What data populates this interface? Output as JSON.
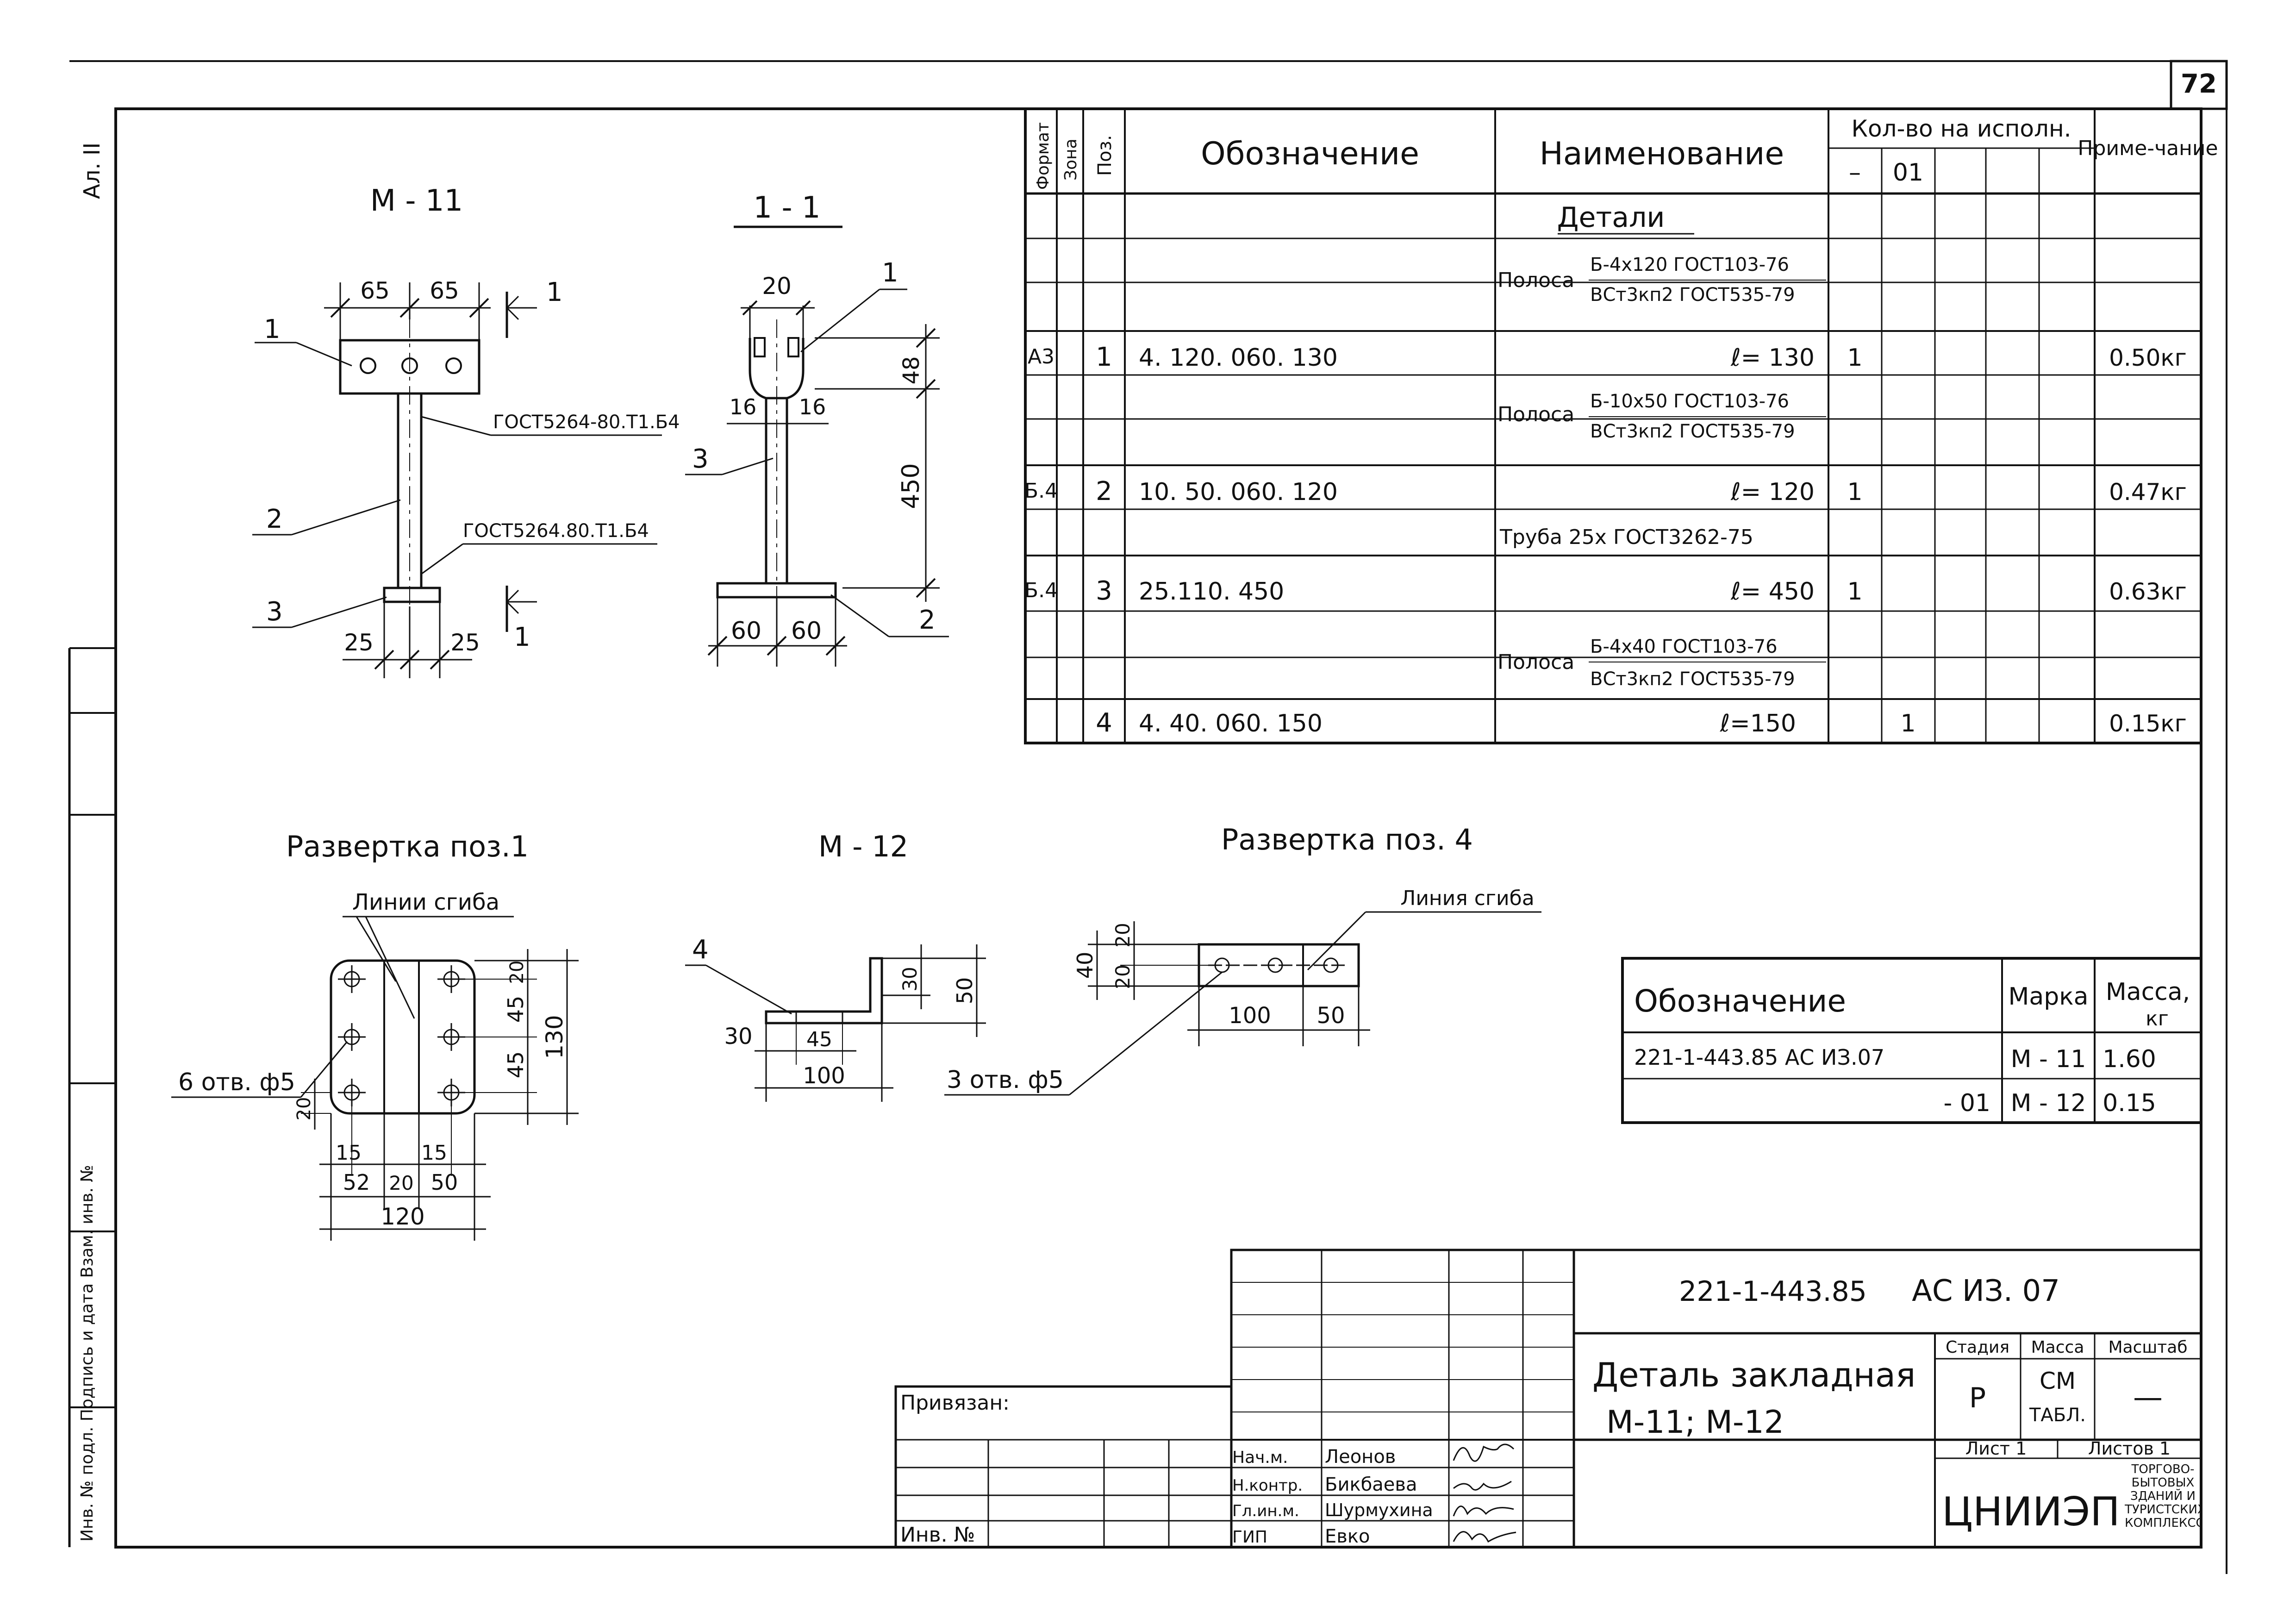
{
  "sheet": {
    "page_number": "72",
    "side_label": "Ал. II",
    "side_stamp": "Инв. № подл. Подпись и дата Взам. инв. №"
  },
  "views": {
    "m11": {
      "title": "М - 11",
      "dim_left": "65",
      "dim_right": "65",
      "section_mark_top": "1",
      "section_mark_bottom": "1",
      "pos1": "1",
      "pos2": "2",
      "pos3": "3",
      "weld_note_top": "ГОСТ5264-80.Т1.Б4",
      "weld_note_bottom": "ГОСТ5264.80.Т1.Б4",
      "dim_bottom_left": "25",
      "dim_bottom_right": "25"
    },
    "section11": {
      "title": "1 - 1",
      "dim_top": "20",
      "dim_left_gap": "16",
      "dim_right_gap": "16",
      "dim_height_top": "48",
      "dim_height": "450",
      "dim_bottom_left": "60",
      "dim_bottom_right": "60",
      "pos1": "1",
      "pos2": "2",
      "pos3": "3"
    },
    "unfold1": {
      "title": "Развертка поз.1",
      "bend_label": "Линии сгиба",
      "holes_label": "6 отв. ф5",
      "dims_right": [
        "20",
        "45",
        "45",
        "130"
      ],
      "dim_left_bottom": "20",
      "dims_bottom": [
        "15",
        "15",
        "52",
        "20",
        "50",
        "120"
      ]
    },
    "m12": {
      "title": "М - 12",
      "pos4": "4",
      "dim_30_top": "30",
      "dim_50": "50",
      "dim_30_left": "30",
      "dim_45": "45",
      "dim_100": "100"
    },
    "unfold4": {
      "title": "Развертка поз. 4",
      "bend_label": "Линия сгиба",
      "holes_label": "3 отв. ф5",
      "dim_20_top": "20",
      "dim_40": "40",
      "dim_20_bottom": "20",
      "dim_100": "100",
      "dim_50": "50"
    }
  },
  "spec_table": {
    "headers": {
      "format": "Формат",
      "zone": "Зона",
      "pos": "Поз.",
      "designation": "Обозначение",
      "name": "Наименование",
      "qty": "Кол-во на исполн.",
      "qty_col1": "–",
      "qty_col2": "01",
      "note": "Приме-чание"
    },
    "section_title": "Детали",
    "rows": [
      {
        "format": "",
        "zone": "",
        "pos": "",
        "designation": "",
        "name_main": "Полоса",
        "name_top": "Б-4х120 ГОСТ103-76",
        "name_bottom": "ВСт3кп2 ГОСТ535-79",
        "q1": "",
        "q2": "",
        "note": ""
      },
      {
        "format": "А3",
        "zone": "",
        "pos": "1",
        "designation": "4. 120. 060. 130",
        "length": "ℓ= 130",
        "q1": "1",
        "q2": "",
        "note": "0.50кг"
      },
      {
        "format": "",
        "zone": "",
        "pos": "",
        "designation": "",
        "name_main": "Полоса",
        "name_top": "Б-10х50 ГОСТ103-76",
        "name_bottom": "ВСт3кп2 ГОСТ535-79",
        "q1": "",
        "q2": "",
        "note": ""
      },
      {
        "format": "Б.4",
        "zone": "",
        "pos": "2",
        "designation": "10. 50. 060. 120",
        "length": "ℓ= 120",
        "q1": "1",
        "q2": "",
        "note": "0.47кг"
      },
      {
        "format": "",
        "zone": "",
        "pos": "",
        "designation": "",
        "name_single": "Труба 25х   ГОСТ3262-75",
        "q1": "",
        "q2": "",
        "note": ""
      },
      {
        "format": "Б.4",
        "zone": "",
        "pos": "3",
        "designation": "25.110. 450",
        "length": "ℓ= 450",
        "q1": "1",
        "q2": "",
        "note": "0.63кг"
      },
      {
        "format": "",
        "zone": "",
        "pos": "",
        "designation": "",
        "name_main": "Полоса",
        "name_top": "Б-4х40 ГОСТ103-76",
        "name_bottom": "ВСт3кп2 ГОСТ535-79",
        "q1": "",
        "q2": "",
        "note": ""
      },
      {
        "format": "",
        "zone": "",
        "pos": "4",
        "designation": "4. 40. 060. 150",
        "length": "ℓ=150",
        "q1": "",
        "q2": "1",
        "note": "0.15кг"
      }
    ]
  },
  "mass_table": {
    "headers": {
      "designation": "Обозначение",
      "mark": "Марка",
      "mass": "Масса,",
      "mass_unit": "кг"
    },
    "rows": [
      {
        "designation": "221-1-443.85  АС ИЗ.07",
        "mark": "М - 11",
        "mass": "1.60"
      },
      {
        "designation": "- 01",
        "mark": "М - 12",
        "mass": "0.15"
      }
    ]
  },
  "title_block": {
    "code": "221-1-443.85",
    "doc": "АС ИЗ. 07",
    "title_line1": "Деталь закладная",
    "title_line2": "М-11; М-12",
    "stage_label": "Стадия",
    "mass_label": "Масса",
    "scale_label": "Масштаб",
    "stage": "Р",
    "mass_value_1": "СМ",
    "mass_value_2": "ТАБЛ.",
    "scale": "—",
    "sheet_label": "Лист 1",
    "sheets_label": "Листов 1",
    "org": "ЦНИИЭП",
    "org_note": "торгово-бытовых зданий и туристских комплексов",
    "tied_label": "Привязан:",
    "inv_label": "Инв. №",
    "staff": [
      {
        "role": "Нач.м.",
        "name": "Леонов"
      },
      {
        "role": "Н.контр.",
        "name": "Бикбаева"
      },
      {
        "role": "Гл.ин.м.",
        "name": "Шурмухина"
      },
      {
        "role": "ГИП",
        "name": "Евко"
      }
    ]
  }
}
